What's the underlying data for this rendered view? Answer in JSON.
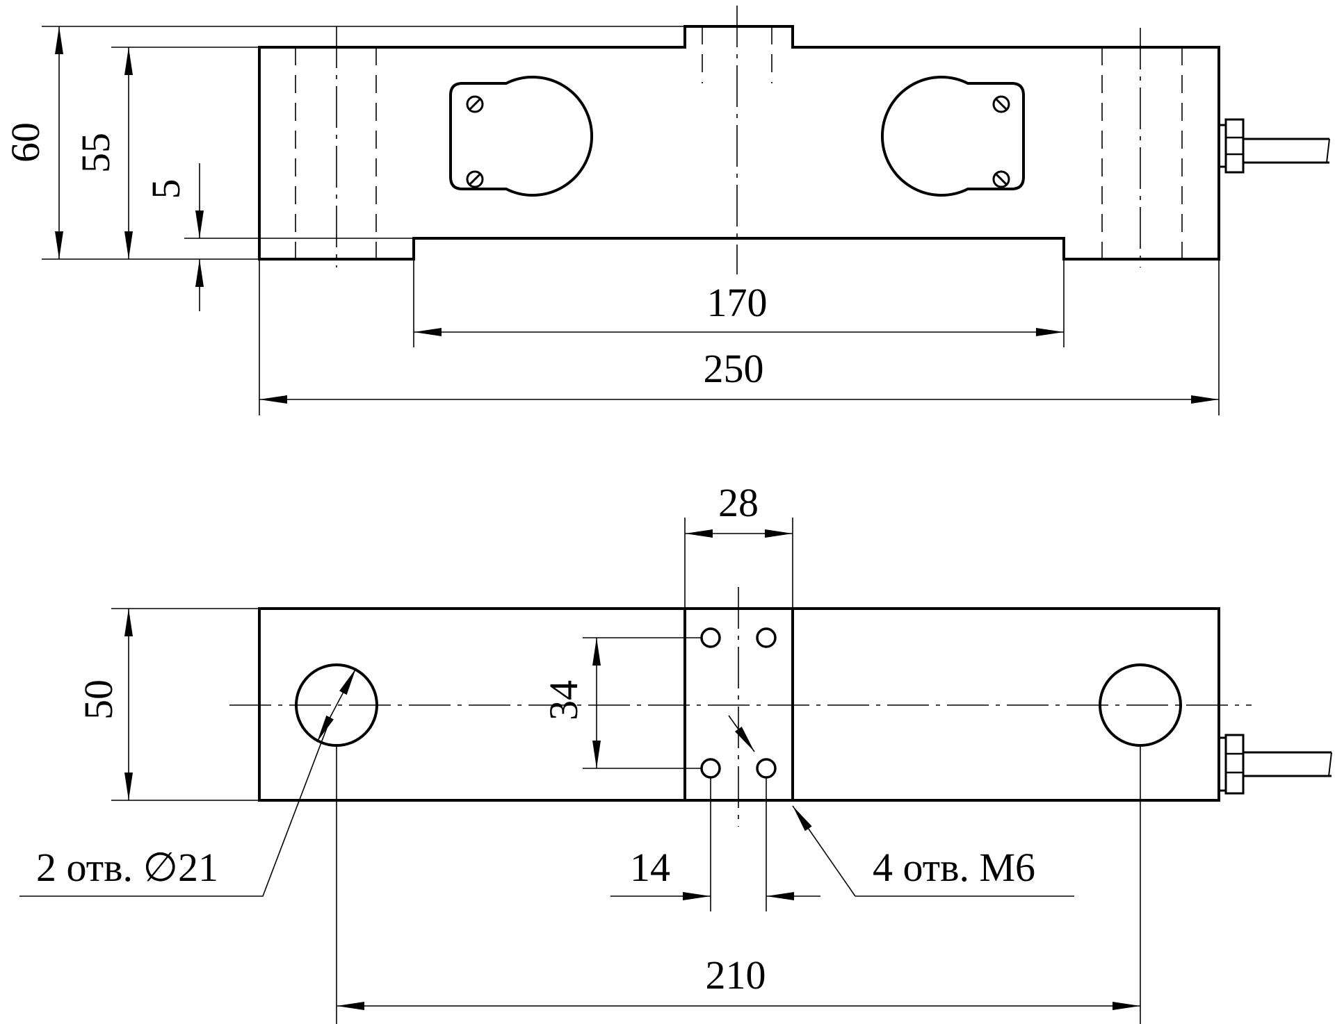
{
  "front_view": {
    "dim_overall_height": "60",
    "dim_body_height": "55",
    "dim_foot_height": "5",
    "dim_foot_length": "170",
    "dim_overall_length": "250"
  },
  "top_view": {
    "dim_pad_width": "28",
    "dim_width": "50",
    "dim_hole_spacing_vertical": "34",
    "dim_hole_spacing_horizontal": "14",
    "dim_mount_hole_spacing": "210",
    "label_mount_holes": "2 отв. ∅21",
    "label_threaded_holes": "4 отв. M6"
  }
}
